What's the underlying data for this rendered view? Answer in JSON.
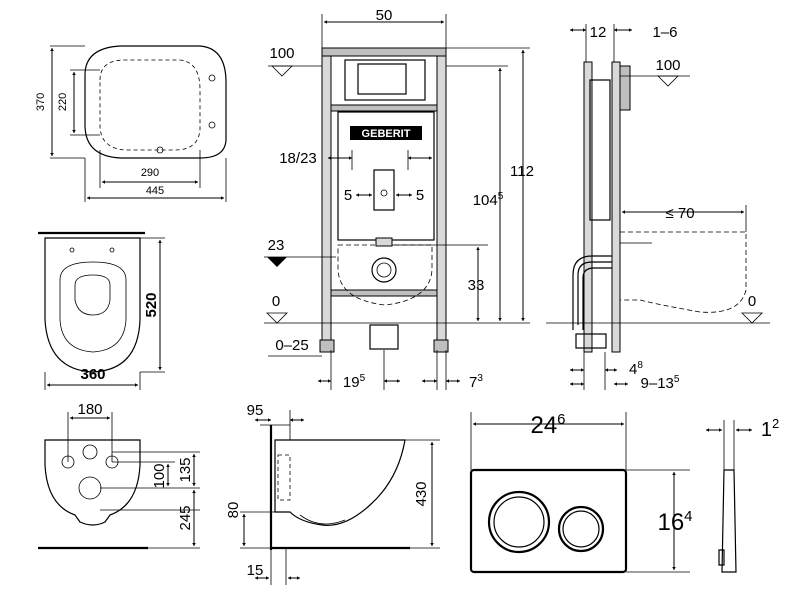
{
  "top_view": {
    "dim_370": "370",
    "dim_220": "220",
    "dim_290": "290",
    "dim_445": "445"
  },
  "front_view": {
    "dim_520": "520",
    "dim_360": "360"
  },
  "frame_front": {
    "dim_50": "50",
    "level_100": "100",
    "dim_18_23": "18/23",
    "dim_5_left": "5",
    "dim_5_right": "5",
    "level_23": "23",
    "level_0": "0",
    "dim_0_25": "0–25",
    "dim_33": "33",
    "dim_104_5": "104",
    "dim_104_5_sup": "5",
    "dim_112": "112",
    "dim_19_5": "19",
    "dim_19_5_sup": "5",
    "dim_7_3": "7",
    "dim_7_3_sup": "3",
    "brand": "GEBERIT"
  },
  "frame_side": {
    "dim_12": "12",
    "dim_1_6": "1–6",
    "level_100": "100",
    "dim_le_70": "≤ 70",
    "level_0": "0",
    "dim_4_8": "4",
    "dim_4_8_sup": "8",
    "dim_9_13_5": "9–13",
    "dim_9_13_5_sup": "5"
  },
  "bowl_front": {
    "dim_180": "180",
    "dim_100": "100",
    "dim_135": "135",
    "dim_245": "245"
  },
  "bowl_side": {
    "dim_95": "95",
    "dim_80": "80",
    "dim_15": "15",
    "dim_430": "430"
  },
  "flush_plate": {
    "dim_24_6": "24",
    "dim_24_6_sup": "6",
    "dim_16_4": "16",
    "dim_16_4_sup": "4",
    "dim_1_2": "1",
    "dim_1_2_sup": "2"
  }
}
